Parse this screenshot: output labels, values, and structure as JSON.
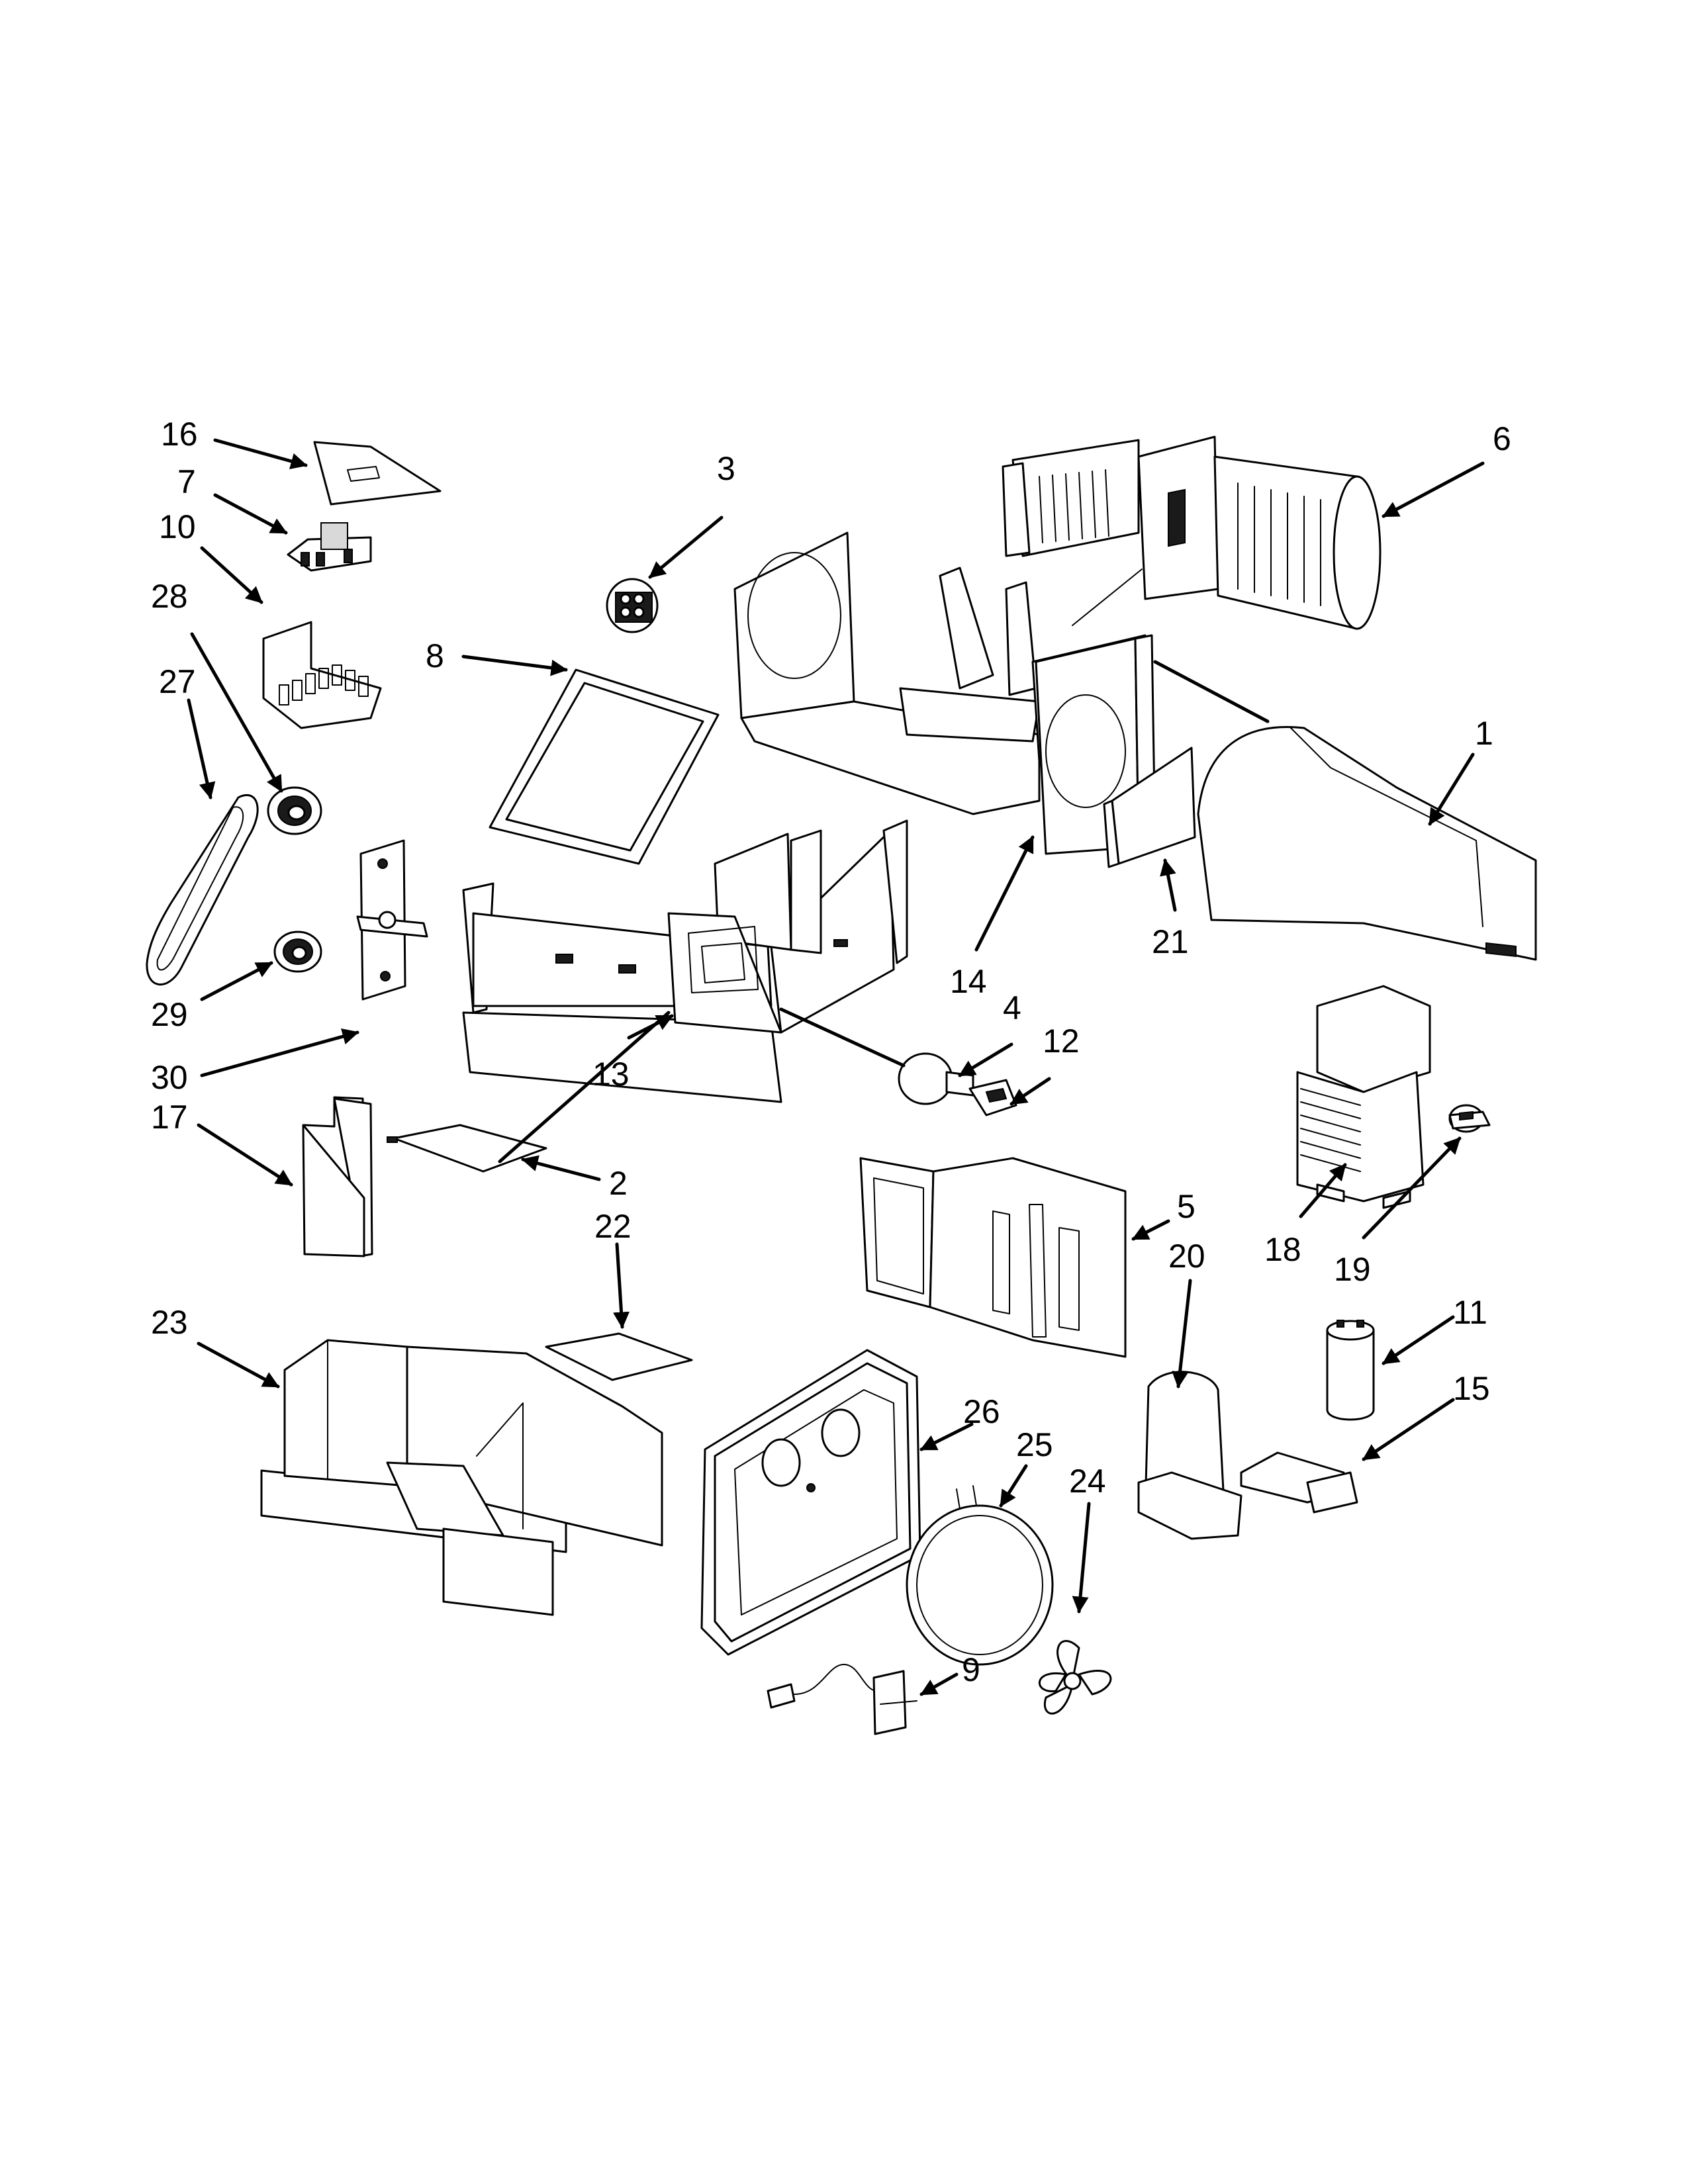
{
  "diagram": {
    "colors": {
      "ink": "#000000",
      "paper": "#ffffff"
    },
    "callouts": [
      {
        "id": "16",
        "label": "16"
      },
      {
        "id": "7",
        "label": "7"
      },
      {
        "id": "10",
        "label": "10"
      },
      {
        "id": "28",
        "label": "28"
      },
      {
        "id": "27",
        "label": "27"
      },
      {
        "id": "29",
        "label": "29"
      },
      {
        "id": "30",
        "label": "30"
      },
      {
        "id": "17",
        "label": "17"
      },
      {
        "id": "23",
        "label": "23"
      },
      {
        "id": "8",
        "label": "8"
      },
      {
        "id": "3",
        "label": "3"
      },
      {
        "id": "13",
        "label": "13"
      },
      {
        "id": "2",
        "label": "2"
      },
      {
        "id": "22",
        "label": "22"
      },
      {
        "id": "6",
        "label": "6"
      },
      {
        "id": "1",
        "label": "1"
      },
      {
        "id": "14",
        "label": "14"
      },
      {
        "id": "21",
        "label": "21"
      },
      {
        "id": "4",
        "label": "4"
      },
      {
        "id": "12",
        "label": "12"
      },
      {
        "id": "18",
        "label": "18"
      },
      {
        "id": "19",
        "label": "19"
      },
      {
        "id": "5",
        "label": "5"
      },
      {
        "id": "20",
        "label": "20"
      },
      {
        "id": "11",
        "label": "11"
      },
      {
        "id": "15",
        "label": "15"
      },
      {
        "id": "26",
        "label": "26"
      },
      {
        "id": "25",
        "label": "25"
      },
      {
        "id": "24",
        "label": "24"
      },
      {
        "id": "9",
        "label": "9"
      }
    ]
  }
}
